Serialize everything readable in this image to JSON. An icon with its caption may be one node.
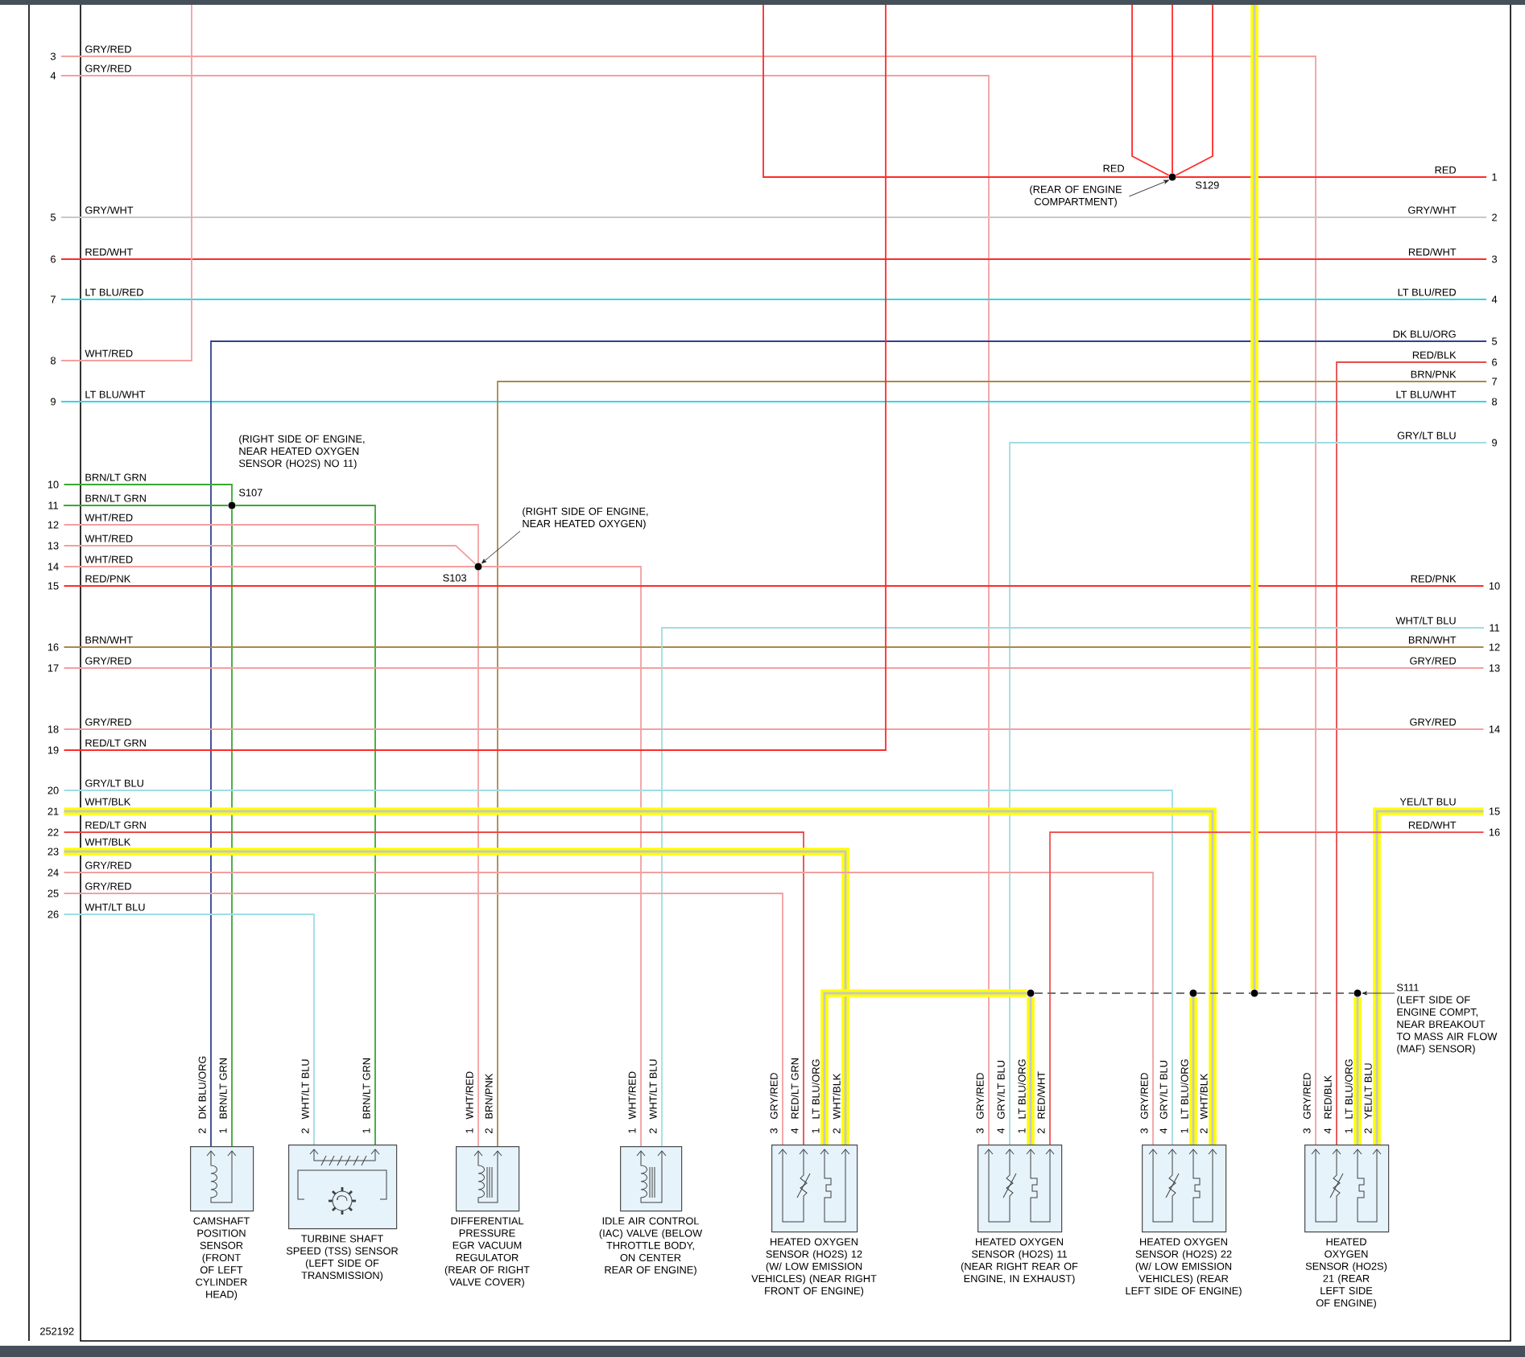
{
  "diagram": {
    "nodes": [
      {
        "text": [
          "3"
        ]
      },
      {
        "text": [
          "4"
        ]
      },
      {
        "text": [
          "5"
        ]
      },
      {
        "text": [
          "6"
        ]
      },
      {
        "text": [
          "7"
        ]
      },
      {
        "text": [
          "8"
        ]
      },
      {
        "text": [
          "9"
        ]
      },
      {
        "text": [
          "10"
        ]
      },
      {
        "text": [
          "11"
        ]
      },
      {
        "text": [
          "12"
        ]
      },
      {
        "text": [
          "13"
        ]
      },
      {
        "text": [
          "14"
        ]
      },
      {
        "text": [
          "15"
        ]
      },
      {
        "text": [
          "16"
        ]
      },
      {
        "text": [
          "17"
        ]
      },
      {
        "text": [
          "18"
        ]
      },
      {
        "text": [
          "19"
        ]
      },
      {
        "text": [
          "20"
        ]
      },
      {
        "text": [
          "21"
        ]
      },
      {
        "text": [
          "22"
        ]
      },
      {
        "text": [
          "23"
        ]
      },
      {
        "text": [
          "24"
        ]
      },
      {
        "text": [
          "25"
        ]
      },
      {
        "text": [
          "26"
        ]
      },
      {
        "text": [
          "1"
        ]
      },
      {
        "text": [
          "2"
        ]
      },
      {
        "text": [
          "3"
        ]
      },
      {
        "text": [
          "4"
        ]
      },
      {
        "text": [
          "5"
        ]
      },
      {
        "text": [
          "6"
        ]
      },
      {
        "text": [
          "7"
        ]
      },
      {
        "text": [
          "8"
        ]
      },
      {
        "text": [
          "9"
        ]
      },
      {
        "text": [
          "10"
        ]
      },
      {
        "text": [
          "11"
        ]
      },
      {
        "text": [
          "12"
        ]
      },
      {
        "text": [
          "13"
        ]
      },
      {
        "text": [
          "14"
        ]
      },
      {
        "text": [
          "15"
        ]
      },
      {
        "text": [
          "16"
        ]
      },
      {
        "text": [],
        "shape": "circle",
        "beside": [
          "S129"
        ]
      },
      {
        "text": [
          "(REAR OF ENGINE COMPARTMENT)"
        ]
      },
      {
        "text": [],
        "shape": "circle",
        "beside": [
          "(RIGHT SIDE OF ENGINE, NEAR HEATED OXYGEN SENSOR (HO2S) NO 11)",
          "S107"
        ]
      },
      {
        "text": [
          "(RIGHT SIDE OF ENGINE, NEAR HEATED OXYGEN)"
        ]
      },
      {
        "text": [],
        "shape": "circle",
        "beside": [
          "S103"
        ]
      },
      {
        "text": [],
        "shape": "circle"
      },
      {
        "text": [],
        "shape": "circle"
      },
      {
        "text": [],
        "shape": "circle"
      },
      {
        "text": [],
        "shape": "circle"
      },
      {
        "text": [
          "S111",
          "(LEFT SIDE OF ENGINE COMPT, NEAR BREAKOUT TO MASS AIR FLOW (MAF) SENSOR)"
        ]
      },
      {
        "text": [
          "CAMSHAFT POSITION SENSOR (FRONT OF LEFT CYLINDER HEAD)"
        ]
      },
      {
        "text": [
          "TURBINE SHAFT SPEED (TSS) SENSOR (LEFT SIDE OF TRANSMISSION)"
        ]
      },
      {
        "text": [
          "DIFFERENTIAL PRESSURE EGR VACUUM REGULATOR (REAR OF RIGHT VALVE COVER)"
        ]
      },
      {
        "text": [
          "IDLE AIR CONTROL (IAC) VALVE (BELOW THROTTLE BODY, ON CENTER REAR OF ENGINE)"
        ]
      },
      {
        "text": [
          "HEATED OXYGEN SENSOR (HO2S) 12 (W/ LOW EMISSION VEHICLES) (NEAR RIGHT FRONT OF ENGINE)"
        ]
      },
      {
        "text": [
          "HEATED OXYGEN SENSOR (HO2S) 11 (NEAR RIGHT REAR OF ENGINE, IN EXHAUST)"
        ]
      },
      {
        "text": [
          "HEATED OXYGEN SENSOR (HO2S) 22 (W/ LOW EMISSION VEHICLES) (REAR LEFT SIDE OF ENGINE)"
        ]
      },
      {
        "text": [
          "HEATED OXYGEN SENSOR (HO2S) 21 (REAR LEFT SIDE OF ENGINE)"
        ]
      }
    ],
    "edges": [
      {
        "from": 0,
        "to": 57,
        "arrow": "none"
      },
      {
        "from": 1,
        "to": 55,
        "arrow": "none"
      },
      {
        "from": 2,
        "to": 25,
        "arrow": "none",
        "color": "#c8c8c8"
      },
      {
        "from": 3,
        "to": 26,
        "arrow": "none",
        "color": "#ff2a2a"
      },
      {
        "from": 4,
        "to": 27,
        "arrow": "none",
        "color": "#33d6e6"
      },
      {
        "from": null,
        "to": 5,
        "arrow": "none"
      },
      {
        "from": 6,
        "to": 31,
        "arrow": "none",
        "color": "#33d6e6"
      },
      {
        "from": 28,
        "to": 50,
        "arrow": "none",
        "color": "#34408c"
      },
      {
        "from": 29,
        "to": 57,
        "arrow": "none",
        "color": "#e84b4b"
      },
      {
        "from": 30,
        "to": 52,
        "arrow": "none",
        "color": "#a8894a"
      },
      {
        "from": 32,
        "to": 55,
        "arrow": "none",
        "color": "#9fdde3"
      },
      {
        "from": 7,
        "to": 42,
        "arrow": "none",
        "color": "#3aa832"
      },
      {
        "from": 8,
        "to": 42,
        "arrow": "none",
        "color": "#3aa832"
      },
      {
        "from": 42,
        "to": 50,
        "arrow": "none",
        "color": "#3aa832"
      },
      {
        "from": 42,
        "to": 51,
        "arrow": "none",
        "color": "#3aa832"
      },
      {
        "from": 9,
        "to": 44,
        "arrow": "none"
      },
      {
        "from": 10,
        "to": 44,
        "arrow": "none"
      },
      {
        "from": 11,
        "to": 44,
        "arrow": "none"
      },
      {
        "from": 44,
        "to": 52,
        "arrow": "none"
      },
      {
        "from": 44,
        "to": 53,
        "arrow": "none"
      },
      {
        "from": 12,
        "to": 33,
        "arrow": "none",
        "color": "#ff2a2a"
      },
      {
        "from": 13,
        "to": 35,
        "arrow": "none",
        "color": "#a8894a"
      },
      {
        "from": 14,
        "to": 36,
        "arrow": "none"
      },
      {
        "from": 34,
        "to": 53,
        "arrow": "none",
        "color": "#9fdde3"
      },
      {
        "from": 15,
        "to": 37,
        "arrow": "none"
      },
      {
        "from": null,
        "to": 16,
        "arrow": "none",
        "color": "#ff2a2a"
      },
      {
        "from": 17,
        "to": 56,
        "arrow": "none",
        "color": "#9fdde3"
      },
      {
        "from": 18,
        "to": 56,
        "arrow": "none",
        "style": "thick",
        "color": "#ffff00"
      },
      {
        "from": 19,
        "to": 54,
        "arrow": "none",
        "color": "#e84b4b"
      },
      {
        "from": 20,
        "to": 54,
        "arrow": "none",
        "style": "thick",
        "color": "#ffff00"
      },
      {
        "from": 21,
        "to": 56,
        "arrow": "none"
      },
      {
        "from": 22,
        "to": 54,
        "arrow": "none"
      },
      {
        "from": 23,
        "to": 51,
        "arrow": "none",
        "color": "#9fdde3"
      },
      {
        "from": 38,
        "to": 57,
        "arrow": "none",
        "style": "thick",
        "color": "#ffff00"
      },
      {
        "from": 39,
        "to": 55,
        "arrow": "none",
        "color": "#ee5555"
      },
      {
        "from": 40,
        "to": 24,
        "arrow": "none",
        "color": "#ff2a2a"
      },
      {
        "from": null,
        "to": 40,
        "arrow": "none",
        "color": "#ff2a2a"
      },
      {
        "from": null,
        "to": 40,
        "arrow": "none",
        "color": "#ff2a2a"
      },
      {
        "from": null,
        "to": 40,
        "arrow": "none",
        "color": "#ff2a2a"
      },
      {
        "from": null,
        "to": 40,
        "arrow": "none",
        "color": "#ff2a2a"
      },
      {
        "from": 45,
        "to": 54,
        "arrow": "none",
        "style": "thick",
        "color": "#ffff00"
      },
      {
        "from": 45,
        "to": 55,
        "arrow": "none",
        "style": "thick",
        "color": "#ffff00"
      },
      {
        "from": 46,
        "to": 56,
        "arrow": "none",
        "style": "thick",
        "color": "#ffff00"
      },
      {
        "from": 48,
        "to": 57,
        "arrow": "none",
        "style": "thick",
        "color": "#ffff00"
      },
      {
        "from": null,
        "to": 47,
        "arrow": "none",
        "style": "thick",
        "color": "#ffff00"
      },
      {
        "from": 45,
        "to": 46,
        "arrow": "none",
        "style": "dashed",
        "color": "#707070"
      },
      {
        "from": 46,
        "to": 47,
        "arrow": "none",
        "style": "dashed",
        "color": "#707070"
      },
      {
        "from": 47,
        "to": 48,
        "arrow": "none",
        "style": "dashed",
        "color": "#707070"
      },
      {
        "from": 41,
        "to": 40,
        "arrow": "to",
        "color": "#222222"
      },
      {
        "from": 43,
        "to": 44,
        "arrow": "to",
        "color": "#222222"
      },
      {
        "from": 49,
        "to": 48,
        "arrow": "to",
        "color": "#222222"
      }
    ],
    "labels": [
      "GRY/RED",
      "GRY/RED",
      "GRY/WHT",
      "RED/WHT",
      "LT BLU/RED",
      "WHT/RED",
      "LT BLU/WHT",
      "BRN/LT GRN",
      "BRN/LT GRN",
      "WHT/RED",
      "WHT/RED",
      "WHT/RED",
      "RED/PNK",
      "BRN/WHT",
      "GRY/RED",
      "GRY/RED",
      "RED/LT GRN",
      "GRY/LT BLU",
      "WHT/BLK",
      "RED/LT GRN",
      "WHT/BLK",
      "GRY/RED",
      "GRY/RED",
      "WHT/LT BLU",
      "RED",
      "RED",
      "GRY/WHT",
      "RED/WHT",
      "LT BLU/RED",
      "DK BLU/ORG",
      "RED/BLK",
      "BRN/PNK",
      "LT BLU/WHT",
      "GRY/LT BLU",
      "RED/PNK",
      "WHT/LT BLU",
      "BRN/WHT",
      "GRY/RED",
      "GRY/RED",
      "YEL/LT BLU",
      "RED/WHT",
      "2",
      "DK BLU/ORG",
      "1",
      "BRN/LT GRN",
      "2",
      "WHT/LT BLU",
      "1",
      "BRN/LT GRN",
      "1",
      "WHT/RED",
      "2",
      "BRN/PNK",
      "1",
      "WHT/RED",
      "2",
      "WHT/LT BLU",
      "3",
      "GRY/RED",
      "4",
      "RED/LT GRN",
      "1",
      "LT BLU/ORG",
      "2",
      "WHT/BLK",
      "3",
      "GRY/RED",
      "4",
      "GRY/LT BLU",
      "1",
      "LT BLU/ORG",
      "2",
      "RED/WHT",
      "3",
      "GRY/RED",
      "4",
      "GRY/LT BLU",
      "1",
      "LT BLU/ORG",
      "2",
      "WHT/BLK",
      "3",
      "GRY/RED",
      "4",
      "RED/BLK",
      "1",
      "LT BLU/ORG",
      "2",
      "YEL/LT BLU",
      "252192"
    ]
  }
}
